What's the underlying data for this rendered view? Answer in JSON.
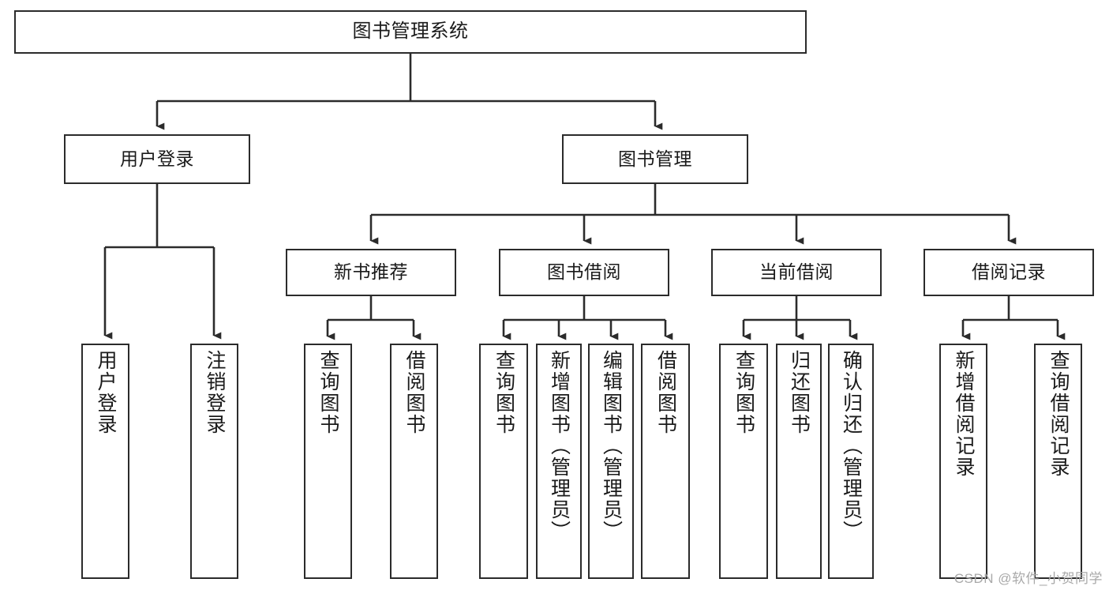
{
  "diagram": {
    "title": "图书管理系统",
    "watermark": "CSDN @软件_小贺同学",
    "line_color": "#2b2b2b",
    "box_fill": "#ffffff",
    "text_color": "#1a1a1a",
    "watermark_color": "#a9a9a9",
    "nodes": {
      "root": "图书管理系统",
      "level2": {
        "user_login": "用户登录",
        "book_manage": "图书管理"
      },
      "level3": {
        "new_book_rec": "新书推荐",
        "book_borrow": "图书借阅",
        "current_borrow": "当前借阅",
        "borrow_record": "借阅记录"
      },
      "leaves": {
        "user_login_1": "用户登录",
        "user_login_2": "注销登录",
        "new_book_rec_1": "查询图书",
        "new_book_rec_2": "借阅图书",
        "book_borrow_1": "查询图书",
        "book_borrow_2": "新增图书（管理员）",
        "book_borrow_3": "编辑图书（管理员）",
        "book_borrow_4": "借阅图书",
        "current_borrow_1": "查询图书",
        "current_borrow_2": "归还图书",
        "current_borrow_3": "确认归还（管理员）",
        "borrow_record_1": "新增借阅记录",
        "borrow_record_2": "查询借阅记录"
      }
    }
  }
}
